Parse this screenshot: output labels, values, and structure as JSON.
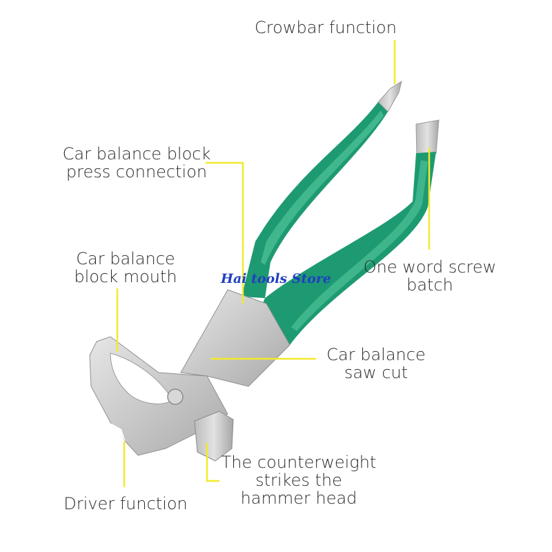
{
  "colors": {
    "leader": "#f2ea2a",
    "handle": "#1e9a72",
    "handle_highlight": "#5fd0a4",
    "metal": "#cfcfcf",
    "metal_shadow": "#9c9c9c",
    "text": "#2b2b2b",
    "watermark": "#1f3fbf"
  },
  "watermark": "Hai tools Store",
  "labels": {
    "crowbar": [
      "Crowbar function"
    ],
    "press": [
      "Car balance block",
      "press connection"
    ],
    "mouth": [
      "Car balance",
      "block mouth"
    ],
    "screw": [
      "One word screw",
      "batch"
    ],
    "saw": [
      "Car balance",
      "saw cut"
    ],
    "hammer": [
      "The counterweight",
      "strikes the",
      "hammer head"
    ],
    "driver": [
      "Driver function"
    ]
  },
  "icons": {
    "tool": "wheel-weight-hammer-pliers"
  }
}
